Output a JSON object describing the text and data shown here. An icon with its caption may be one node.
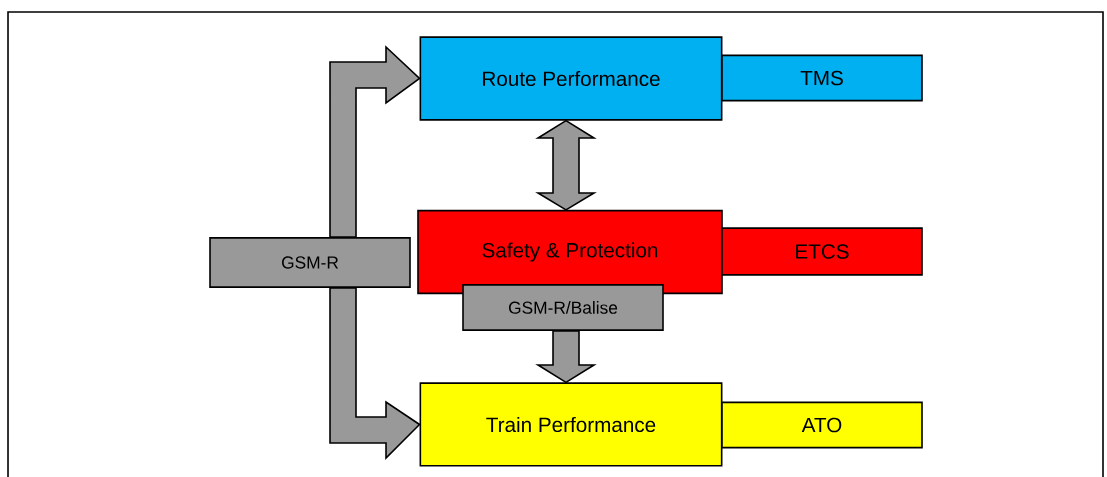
{
  "diagram": {
    "nodes": [
      {
        "text": [
          "Route Performance"
        ]
      },
      {
        "text": [
          "TMS"
        ]
      },
      {
        "text": [
          "Safety & Protection"
        ]
      },
      {
        "text": [
          "ETCS"
        ]
      },
      {
        "text": [
          "GSM-R"
        ]
      },
      {
        "text": [
          "GSM-R/Balise"
        ]
      },
      {
        "text": [
          "Train Performance"
        ]
      },
      {
        "text": [
          "ATO"
        ]
      }
    ],
    "edges": [
      {
        "from": 4,
        "to": 0,
        "arrow": "to"
      },
      {
        "from": 4,
        "to": 6,
        "arrow": "to"
      },
      {
        "from": 0,
        "to": 2,
        "arrow": "both"
      },
      {
        "from": 5,
        "to": 6,
        "arrow": "to"
      }
    ]
  }
}
